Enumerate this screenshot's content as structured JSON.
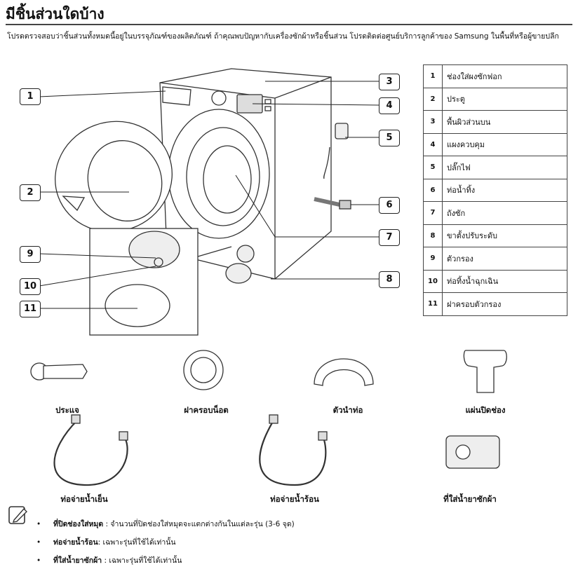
{
  "page": {
    "title": "มีชิ้นส่วนใดบ้าง",
    "intro": "โปรดตรวจสอบว่าชิ้นส่วนทั้งหมดนี้อยู่ในบรรจุภัณฑ์ของผลิตภัณฑ์  ถ้าคุณพบปัญหากับเครื่องซักผ้าหรือชิ้นส่วน โปรดติดต่อศูนย์บริการลูกค้าของ Samsung ในพื้นที่หรือผู้ขายปลีก"
  },
  "callouts": [
    "1",
    "2",
    "3",
    "4",
    "5",
    "6",
    "7",
    "8",
    "9",
    "10",
    "11"
  ],
  "parts_table": [
    {
      "num": "1",
      "label": "ช่องใส่ผงซักฟอก"
    },
    {
      "num": "2",
      "label": "ประตู"
    },
    {
      "num": "3",
      "label": "พื้นผิวส่วนบน"
    },
    {
      "num": "4",
      "label": "แผงควบคุม"
    },
    {
      "num": "5",
      "label": "ปลั๊กไฟ"
    },
    {
      "num": "6",
      "label": "ท่อน้ำทิ้ง"
    },
    {
      "num": "7",
      "label": "ถังซัก"
    },
    {
      "num": "8",
      "label": "ขาตั้งปรับระดับ"
    },
    {
      "num": "9",
      "label": "ตัวกรอง"
    },
    {
      "num": "10",
      "label": "ท่อทิ้งน้ำฉุกเฉิน"
    },
    {
      "num": "11",
      "label": "ฝาครอบตัวกรอง"
    }
  ],
  "accessories": [
    {
      "label": "ประแจ",
      "icon": "wrench-icon"
    },
    {
      "label": "ฝาครอบน็อต",
      "icon": "bolt-cap-icon"
    },
    {
      "label": "ตัวนำท่อ",
      "icon": "hose-guide-icon"
    },
    {
      "label": "แผ่นปิดช่อง",
      "icon": "hole-cover-icon"
    },
    {
      "label": "ท่อจ่ายน้ำเย็น",
      "icon": "cold-hose-icon"
    },
    {
      "label": "ท่อจ่ายน้ำร้อน",
      "icon": "hot-hose-icon"
    },
    {
      "label": "ที่ใส่น้ำยาซักผ้า",
      "icon": "detergent-container-icon"
    }
  ],
  "notes": [
    {
      "term": "ที่ปิดช่องใส่หมุด",
      "text": " : จำนวนที่ปิดช่องใส่หมุดจะแตกต่างกันในแต่ละรุ่น (3-6 จุด)"
    },
    {
      "term": "ท่อจ่ายน้ำร้อน",
      "text": ": เฉพาะรุ่นที่ใช้ได้เท่านั้น"
    },
    {
      "term": "ที่ใส่น้ำยาซักผ้า",
      "text": " : เฉพาะรุ่นที่ใช้ได้เท่านั้น"
    }
  ]
}
